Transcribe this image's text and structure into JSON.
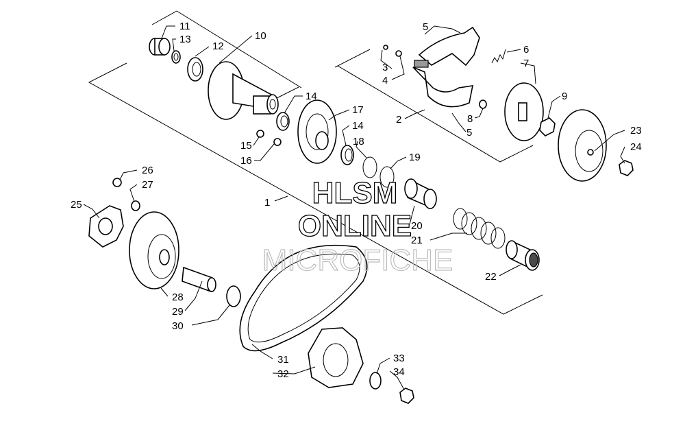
{
  "callouts": [
    "1",
    "2",
    "3",
    "4",
    "5",
    "5",
    "6",
    "7",
    "8",
    "9",
    "10",
    "11",
    "12",
    "13",
    "14",
    "14",
    "15",
    "16",
    "17",
    "18",
    "19",
    "20",
    "21",
    "22",
    "23",
    "24",
    "25",
    "26",
    "27",
    "28",
    "29",
    "30",
    "31",
    "32",
    "33",
    "34"
  ],
  "watermark": {
    "line1": "HLSM",
    "line2": "ONLINE",
    "line3": "MICROFICHE"
  }
}
